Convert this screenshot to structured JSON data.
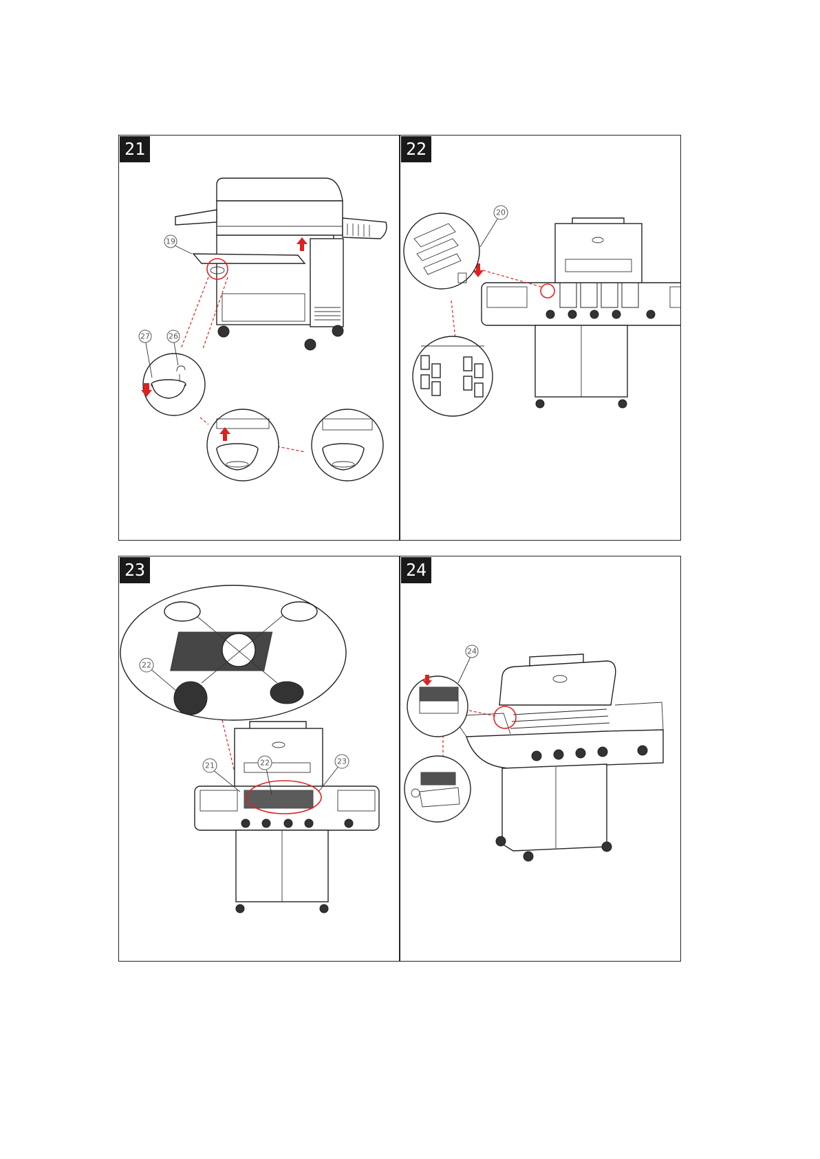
{
  "steps": [
    {
      "number": "21",
      "callouts": [
        "19",
        "27",
        "26"
      ]
    },
    {
      "number": "22",
      "callouts": [
        "20"
      ]
    },
    {
      "number": "23",
      "callouts": [
        "22",
        "21",
        "22",
        "23"
      ]
    },
    {
      "number": "24",
      "callouts": [
        "24"
      ]
    }
  ],
  "colors": {
    "accent": "#e02020",
    "line": "#222222",
    "badge": "#1a1a1a"
  }
}
